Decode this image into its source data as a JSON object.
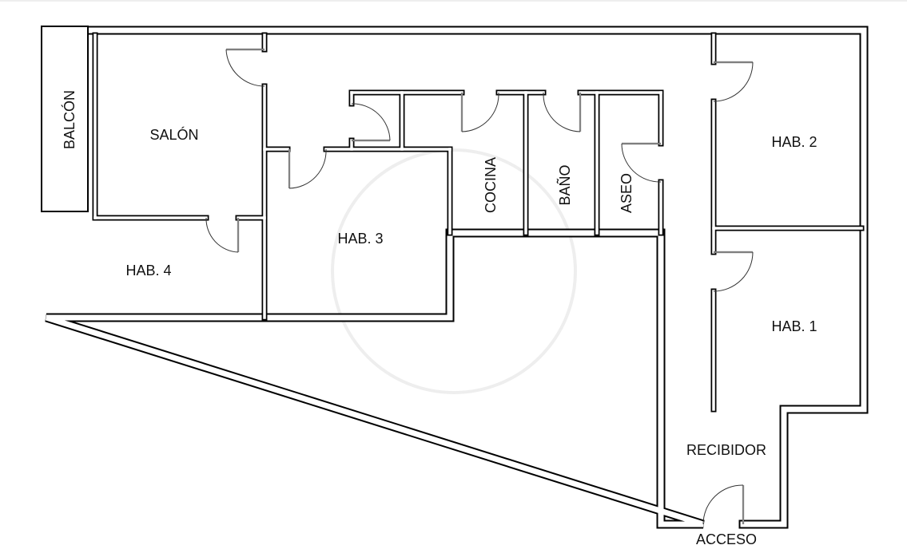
{
  "floor_plan": {
    "rooms": {
      "balcon": "BALCÓN",
      "salon": "SALÓN",
      "hab4": "HAB. 4",
      "hab3": "HAB. 3",
      "cocina": "COCINA",
      "bano": "BAÑO",
      "aseo": "ASEO",
      "hab2": "HAB. 2",
      "hab1": "HAB. 1",
      "recibidor": "RECIBIDOR"
    },
    "entrance_label": "ACCESO"
  }
}
